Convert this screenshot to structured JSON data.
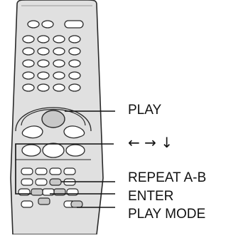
{
  "callouts": {
    "play": "PLAY",
    "arrows": "← → ↓",
    "repeat_ab": "REPEAT A-B",
    "enter": "ENTER",
    "play_mode": "PLAY MODE"
  },
  "colors": {
    "body_fill": "#e0e0e0",
    "outline": "#2a2a2a",
    "button_fill": "#ffffff",
    "highlight_fill": "#c8c8c8",
    "text": "#111111"
  }
}
